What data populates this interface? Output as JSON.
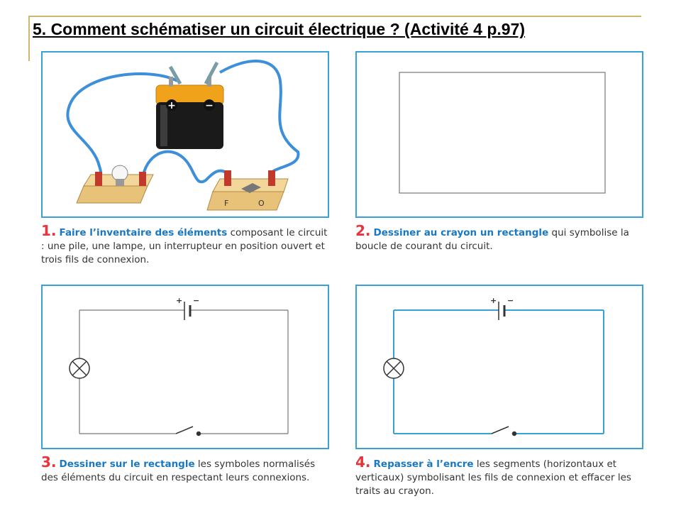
{
  "title": "5. Comment schématiser un circuit électrique ? (Activité 4 p.97)",
  "panel1": {
    "plus": "+",
    "minus": "−",
    "switch_f": "F",
    "switch_o": "O"
  },
  "diagram_labels": {
    "plus": "+",
    "minus": "−"
  },
  "steps": [
    {
      "number": "1.",
      "keyword": "Faire l’inventaire des éléments",
      "text": " composant le circuit : une pile, une lampe, un interrupteur en position ouvert et trois fils de connexion."
    },
    {
      "number": "2.",
      "keyword": "Dessiner au crayon un rectangle",
      "text": " qui symbolise la boucle de courant du circuit."
    },
    {
      "number": "3.",
      "keyword": "Dessiner sur le rectangle",
      "text": " les symboles normalisés des éléments du circuit en respectant leurs connexions."
    },
    {
      "number": "4.",
      "keyword": "Repasser à l’encre",
      "text": " les segments (horizontaux et verticaux) symbolisant les fils de connexion et effacer les traits au crayon."
    }
  ],
  "colors": {
    "frame": "#3aa0d8",
    "step_number": "#e8343c",
    "keyword": "#1a78c2",
    "pencil": "#777777",
    "ink": "#3aa0d8",
    "battery_top": "#f0a21a",
    "battery_body": "#1a1a1a",
    "wood": "#e9c27a",
    "wire": "#3c8fd8"
  }
}
